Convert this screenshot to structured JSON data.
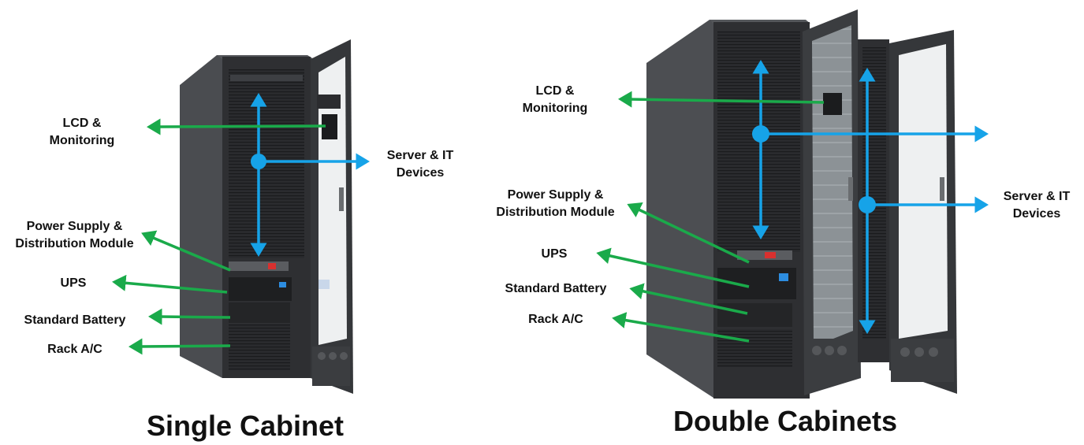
{
  "colors": {
    "green_arrow": "#1aaa4a",
    "blue_arrow": "#16a3e8",
    "cabinet_body": "#3a3c40",
    "cabinet_dark": "#1f2022"
  },
  "single": {
    "title": "Single Cabinet",
    "labels": {
      "lcd": [
        "LCD &",
        "Monitoring"
      ],
      "server": [
        "Server & IT",
        "Devices"
      ],
      "power": [
        "Power Supply &",
        "Distribution Module"
      ],
      "ups": "UPS",
      "battery": "Standard Battery",
      "rack_ac": "Rack A/C"
    }
  },
  "double": {
    "title": "Double Cabinets",
    "labels": {
      "lcd": [
        "LCD &",
        "Monitoring"
      ],
      "server": [
        "Server & IT",
        "Devices"
      ],
      "power": [
        "Power Supply &",
        "Distribution Module"
      ],
      "ups": "UPS",
      "battery": "Standard Battery",
      "rack_ac": "Rack A/C"
    }
  }
}
